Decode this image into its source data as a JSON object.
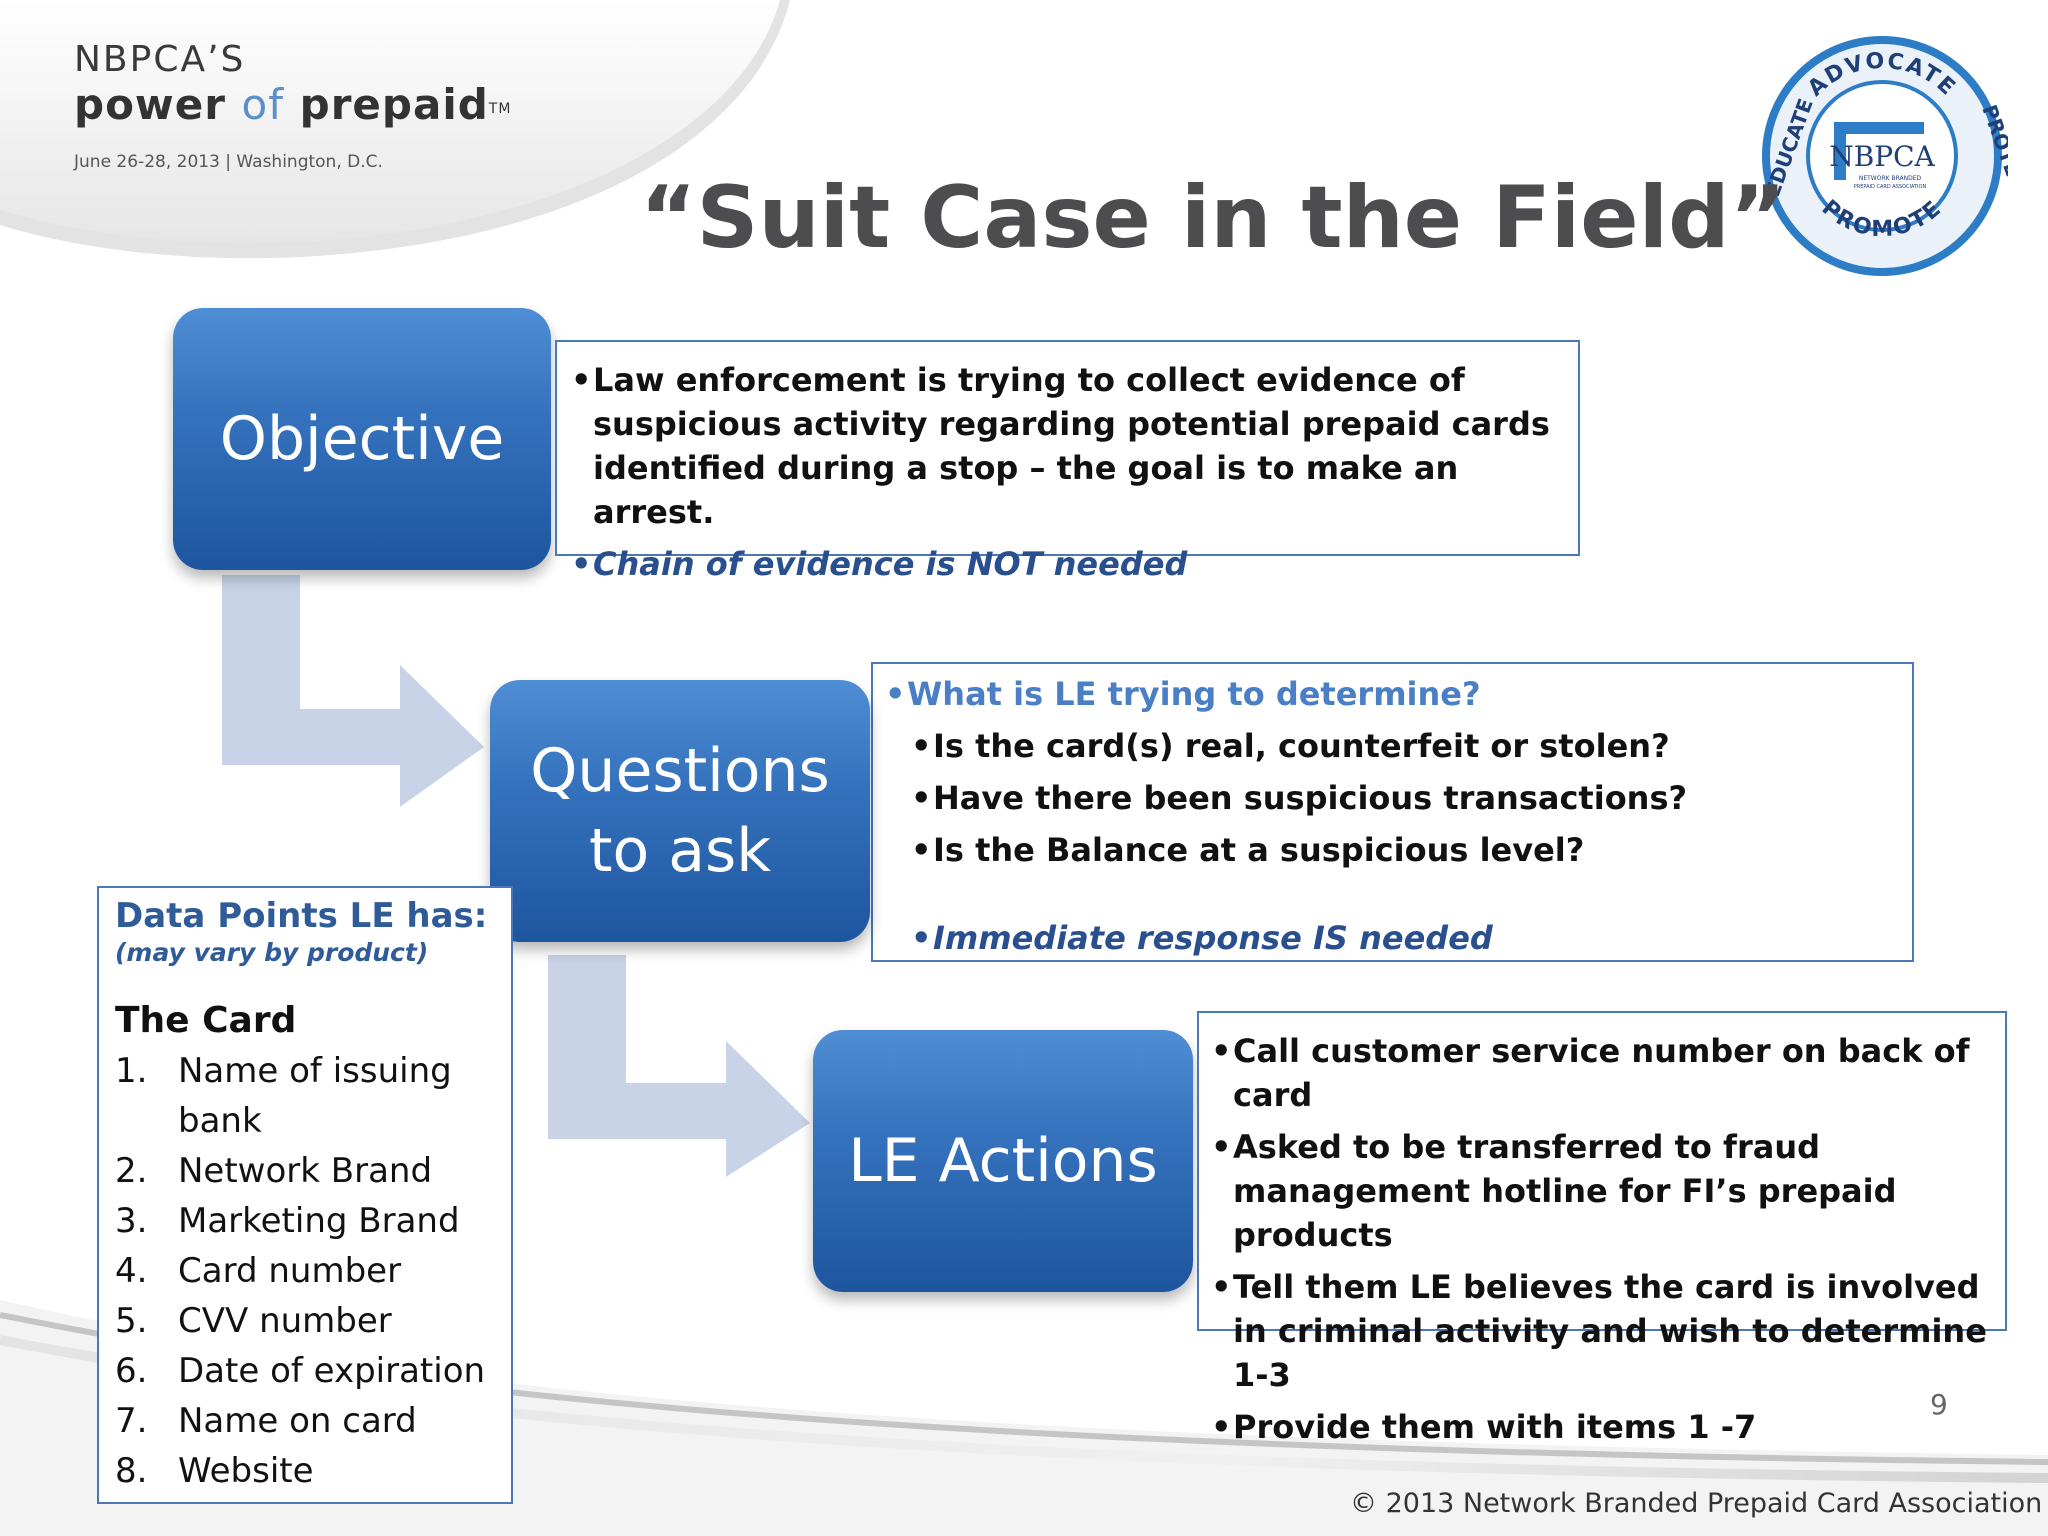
{
  "header": {
    "logo_line1": "NBPCA’S",
    "logo_power": "power",
    "logo_of": "of",
    "logo_prepaid": "prepaid",
    "logo_tm": "TM",
    "logo_event": "June 26-28, 2013 | Washington, D.C."
  },
  "seal": {
    "top_text": "ADVOCATE",
    "right_text": "PROTECT",
    "bottom_text": "PROMOTE",
    "left_text": "EDUCATE",
    "center": "NBPCA",
    "center_sub1": "NETWORK BRANDED",
    "center_sub2": "PREPAID CARD ASSOCIATION"
  },
  "title": "“Suit Case in the Field”",
  "objective": {
    "label": "Objective",
    "bullets": [
      "Law enforcement is trying to collect evidence of suspicious activity regarding potential prepaid cards identified during a stop – the goal is to make an arrest.",
      "Chain of evidence is NOT needed"
    ]
  },
  "questions": {
    "label_line1": "Questions",
    "label_line2": "to ask",
    "heading": "What is LE trying to determine?",
    "items": [
      "Is the card(s) real, counterfeit or stolen?",
      "Have there been suspicious transactions?",
      "Is the Balance at a suspicious level?"
    ],
    "note": "Immediate response IS needed"
  },
  "actions": {
    "label": "LE Actions",
    "bullets": [
      "Call customer service number on back of card",
      "Asked to be transferred to fraud management hotline for FI’s prepaid products",
      "Tell them LE believes the card is involved in criminal activity and wish to determine  1-3",
      "Provide them with items 1 -7"
    ]
  },
  "data_points": {
    "title": "Data Points LE has:",
    "subtitle": "(may vary by product)",
    "card_title": "The Card",
    "items": [
      {
        "num": "1.",
        "label": "Name of issuing bank"
      },
      {
        "num": "2.",
        "label": "Network Brand"
      },
      {
        "num": "3.",
        "label": "Marketing Brand"
      },
      {
        "num": "4.",
        "label": "Card number"
      },
      {
        "num": "5.",
        "label": "CVV number"
      },
      {
        "num": "6.",
        "label": "Date of expiration"
      },
      {
        "num": "7.",
        "label": "Name on card"
      },
      {
        "num": "8.",
        "label": "Website"
      }
    ]
  },
  "footer": {
    "page_number": "9",
    "copyright": "© 2013 Network Branded Prepaid Card Association"
  },
  "colors": {
    "box_blue": "#3572bd",
    "border_blue": "#4a78b8",
    "heading_blue": "#2f5b98",
    "arrow": "#c9d3e8",
    "title_gray": "#4d4d4f"
  }
}
